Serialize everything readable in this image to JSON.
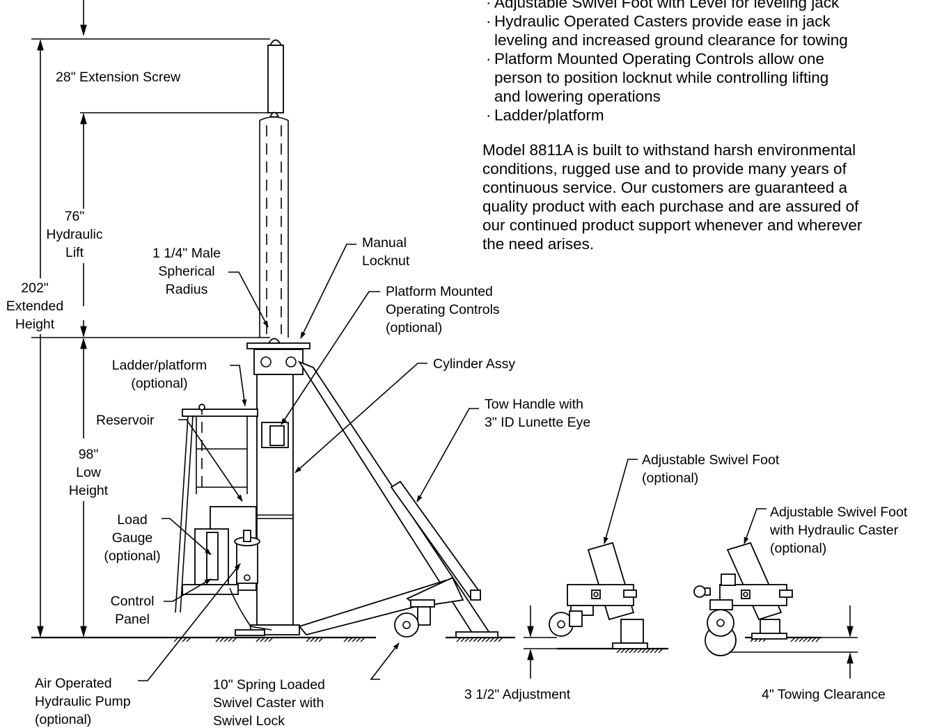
{
  "text_block": {
    "bullets": [
      "Adjustable Swivel Foot with Level for leveling jack",
      "Hydraulic Operated Casters provide ease in jack leveling and increased ground clearance for towing",
      "Platform Mounted Operating Controls allow one person to position locknut while controlling lifting and lowering operations",
      "Ladder/platform"
    ],
    "bullet_lines": [
      [
        "Adjustable Swivel Foot with Level for leveling jack"
      ],
      [
        "Hydraulic Operated Casters provide ease in jack",
        "leveling and increased ground clearance for towing"
      ],
      [
        "Platform Mounted Operating Controls allow one",
        "person to position locknut while controlling lifting",
        "and lowering operations"
      ],
      [
        "Ladder/platform"
      ]
    ],
    "paragraph_lines": [
      "Model 8811A is built to withstand harsh environmental",
      "conditions, rugged use and to provide many years of",
      "continuous service. Our customers are guaranteed a",
      "quality product with each purchase and are assured of",
      "our continued product support whenever and wherever",
      "the need arises."
    ]
  },
  "dimensions": {
    "extension_screw": "28\" Extension Screw",
    "hydraulic_lift": [
      "76\"",
      "Hydraulic",
      "Lift"
    ],
    "extended_height": [
      "202\"",
      "Extended",
      "Height"
    ],
    "low_height": [
      "98\"",
      "Low",
      "Height"
    ],
    "adjustment": "3  1/2\" Adjustment",
    "towing_clearance": "4\" Towing Clearance"
  },
  "callouts": {
    "spherical_radius": [
      "1  1/4\" Male",
      "Spherical",
      "Radius"
    ],
    "manual_locknut": [
      "Manual",
      "Locknut"
    ],
    "platform_controls": [
      "Platform Mounted",
      "Operating Controls",
      "(optional)"
    ],
    "cylinder_assy": [
      "Cylinder Assy"
    ],
    "tow_handle": [
      "Tow Handle with",
      "3\" ID Lunette Eye"
    ],
    "ladder_platform": [
      "Ladder/platform",
      "(optional)"
    ],
    "reservoir": [
      "Reservoir"
    ],
    "load_gauge": [
      "Load",
      "Gauge",
      "(optional)"
    ],
    "control_panel": [
      "Control",
      "Panel"
    ],
    "air_pump": [
      "Air Operated",
      "Hydraulic Pump",
      "(optional)"
    ],
    "swivel_caster": [
      "10\" Spring Loaded",
      "Swivel Caster with",
      "Swivel Lock"
    ],
    "swivel_foot": [
      "Adjustable Swivel Foot",
      "(optional)"
    ],
    "swivel_foot_caster": [
      "Adjustable Swivel Foot",
      "with Hydraulic Caster",
      "(optional)"
    ]
  }
}
